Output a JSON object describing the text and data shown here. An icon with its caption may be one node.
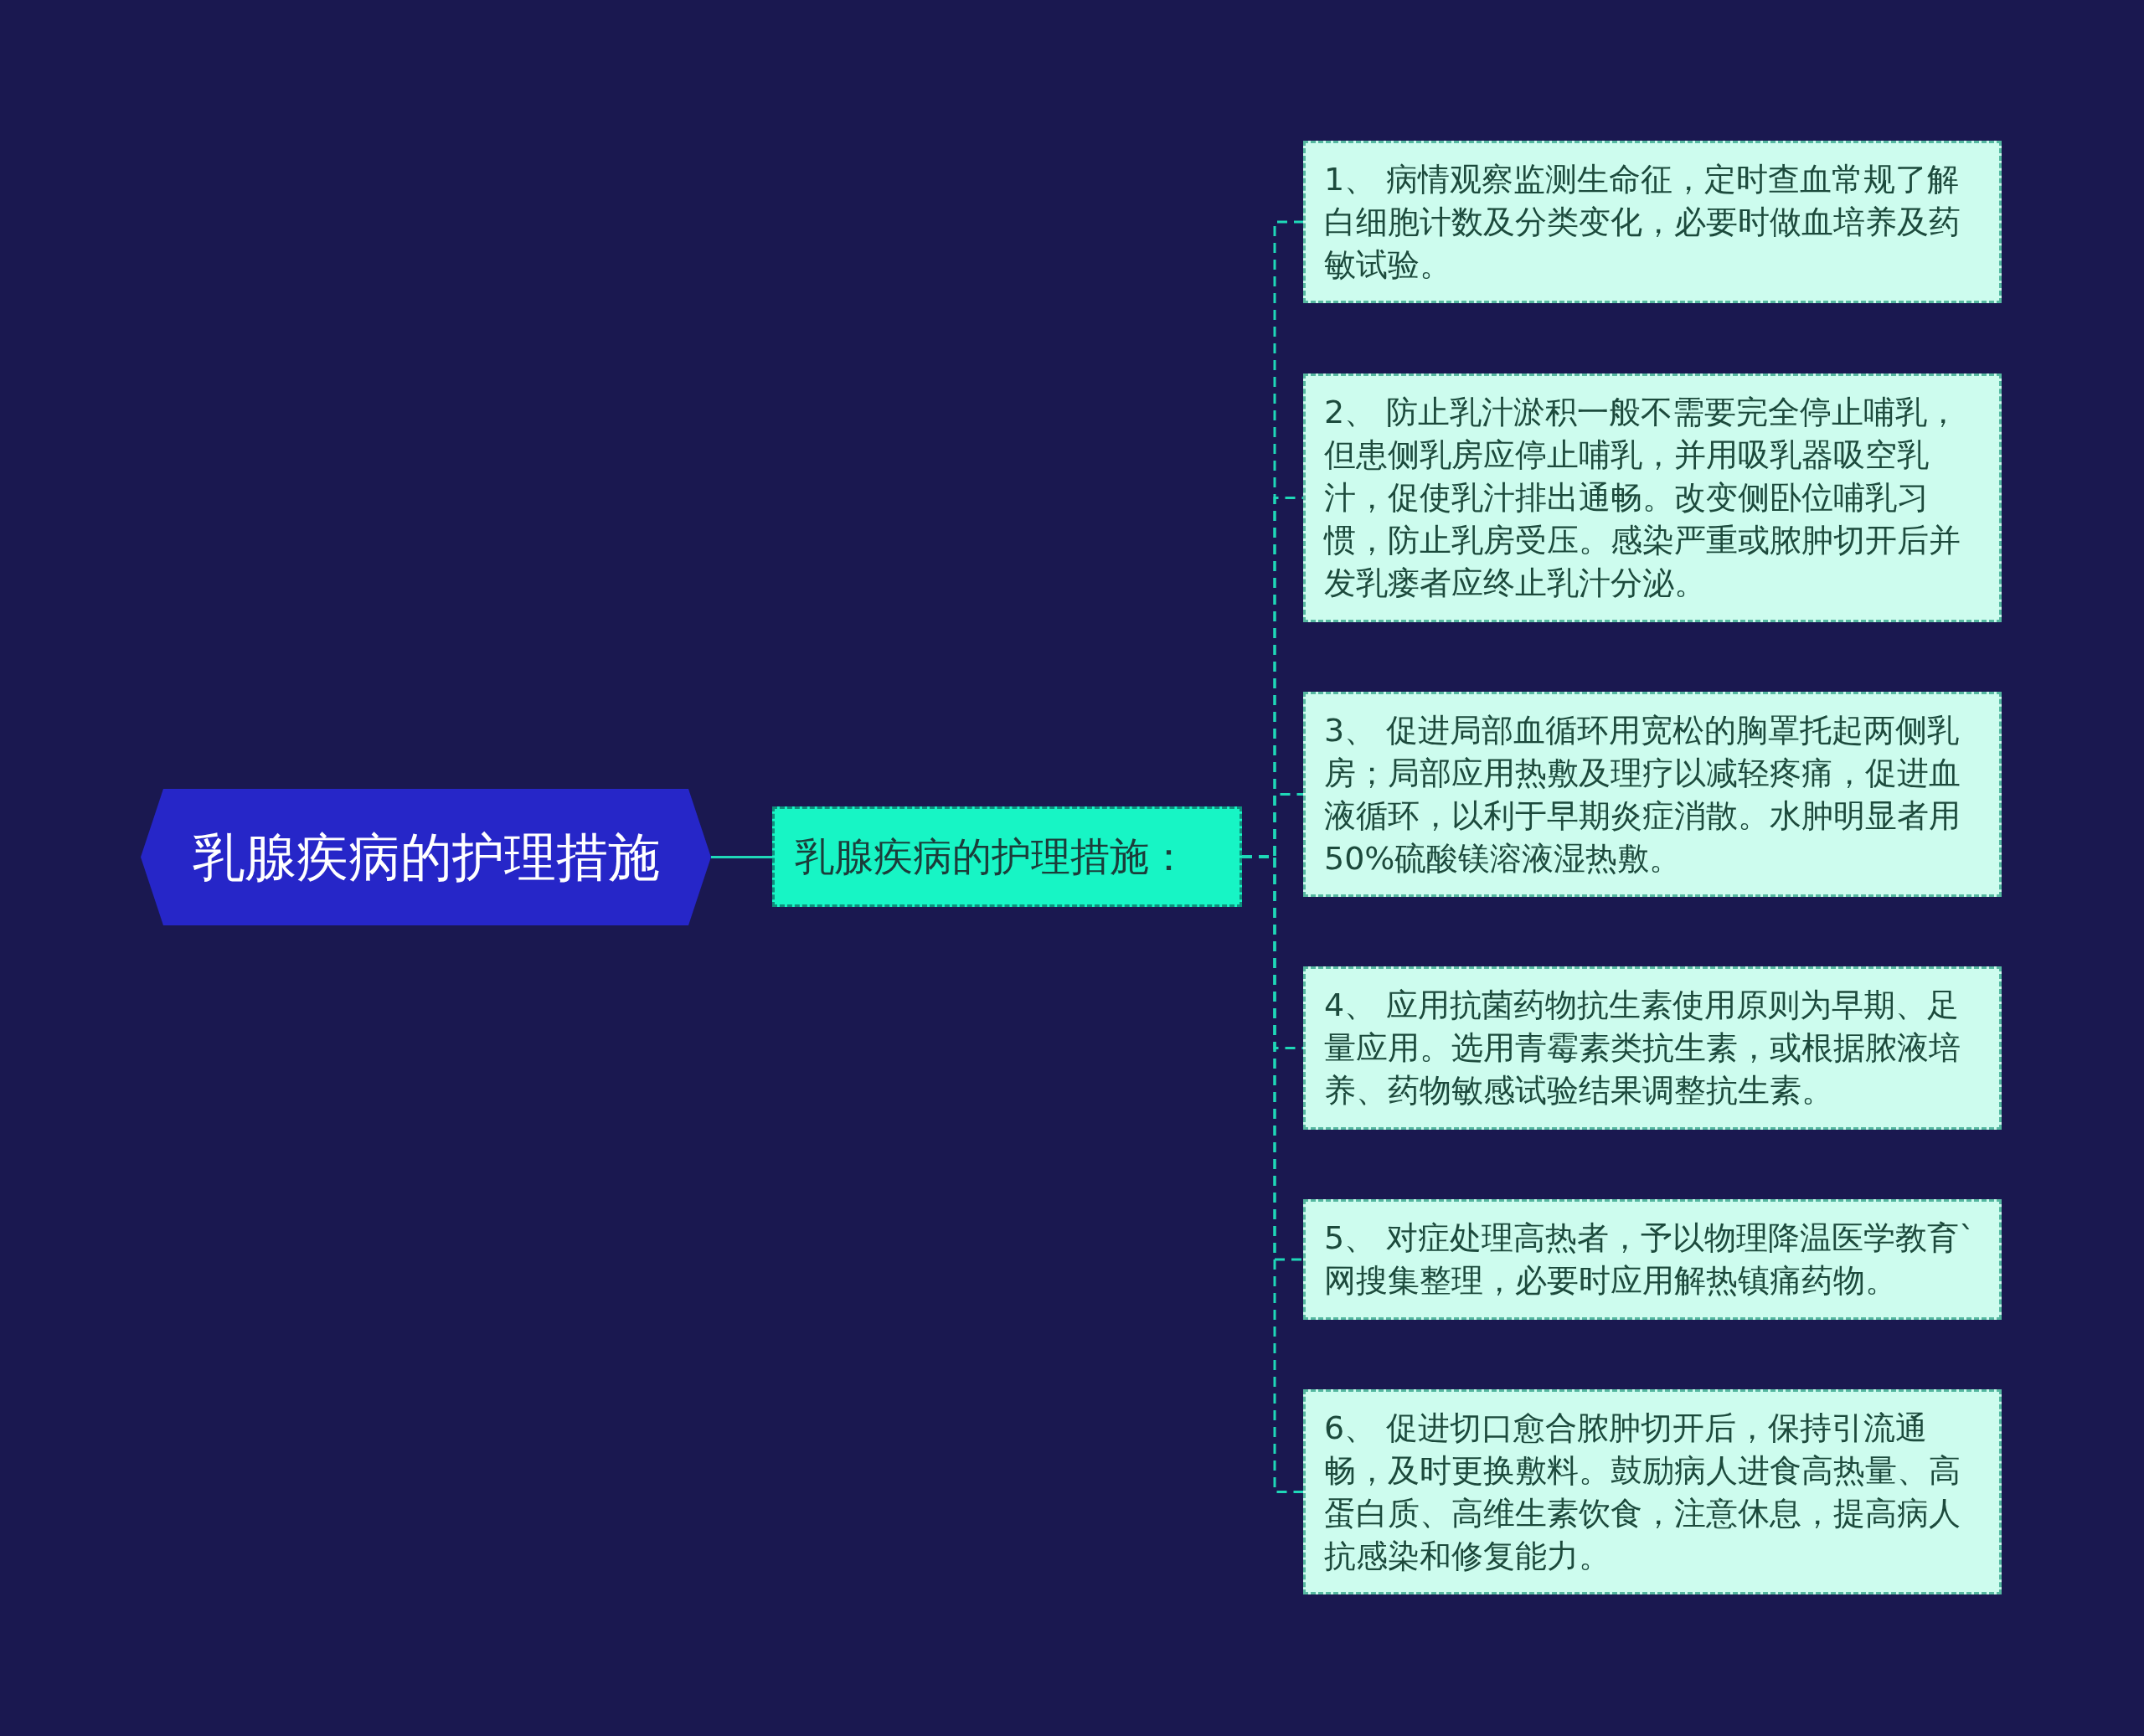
{
  "diagram": {
    "nodes": [
      {
        "text": [
          "乳腺疾病的护理措施"
        ]
      },
      {
        "text": [
          "乳腺疾病的护理措施："
        ]
      },
      {
        "text": [
          "1、 病情观察监测生命征，定时查血常规了解白细胞计数及分类变化，必要时做血培养及药敏试验。"
        ]
      },
      {
        "text": [
          "2、 防止乳汁淤积一般不需要完全停止哺乳，但患侧乳房应停止哺乳，并用吸乳器吸空乳汁，促使乳汁排出通畅。改变侧卧位哺乳习惯，防止乳房受压。感染严重或脓肿切开后并发乳瘘者应终止乳汁分泌。"
        ]
      },
      {
        "text": [
          "3、 促进局部血循环用宽松的胸罩托起两侧乳房；局部应用热敷及理疗以减轻疼痛，促进血液循环，以利于早期炎症消散。水肿明显者用50%硫酸镁溶液湿热敷。"
        ]
      },
      {
        "text": [
          "4、 应用抗菌药物抗生素使用原则为早期、足量应用。选用青霉素类抗生素，或根据脓液培养、药物敏感试验结果调整抗生素。"
        ]
      },
      {
        "text": [
          "5、 对症处理高热者，予以物理降温医学教育`网搜集整理，必要时应用解热镇痛药物。"
        ]
      },
      {
        "text": [
          "6、 促进切口愈合脓肿切开后，保持引流通畅，及时更换敷料。鼓励病人进食高热量、高蛋白质、高维生素饮食，注意休息，提高病人抗感染和修复能力。"
        ]
      }
    ],
    "edges": [
      {
        "from": 0,
        "to": 1,
        "arrow": "none"
      },
      {
        "from": 1,
        "to": 2,
        "arrow": "none",
        "style": "dashed"
      },
      {
        "from": 1,
        "to": 3,
        "arrow": "none",
        "style": "dashed"
      },
      {
        "from": 1,
        "to": 4,
        "arrow": "none",
        "style": "dashed"
      },
      {
        "from": 1,
        "to": 5,
        "arrow": "none",
        "style": "dashed"
      },
      {
        "from": 1,
        "to": 6,
        "arrow": "none",
        "style": "dashed"
      },
      {
        "from": 1,
        "to": 7,
        "arrow": "none",
        "style": "dashed"
      }
    ]
  }
}
